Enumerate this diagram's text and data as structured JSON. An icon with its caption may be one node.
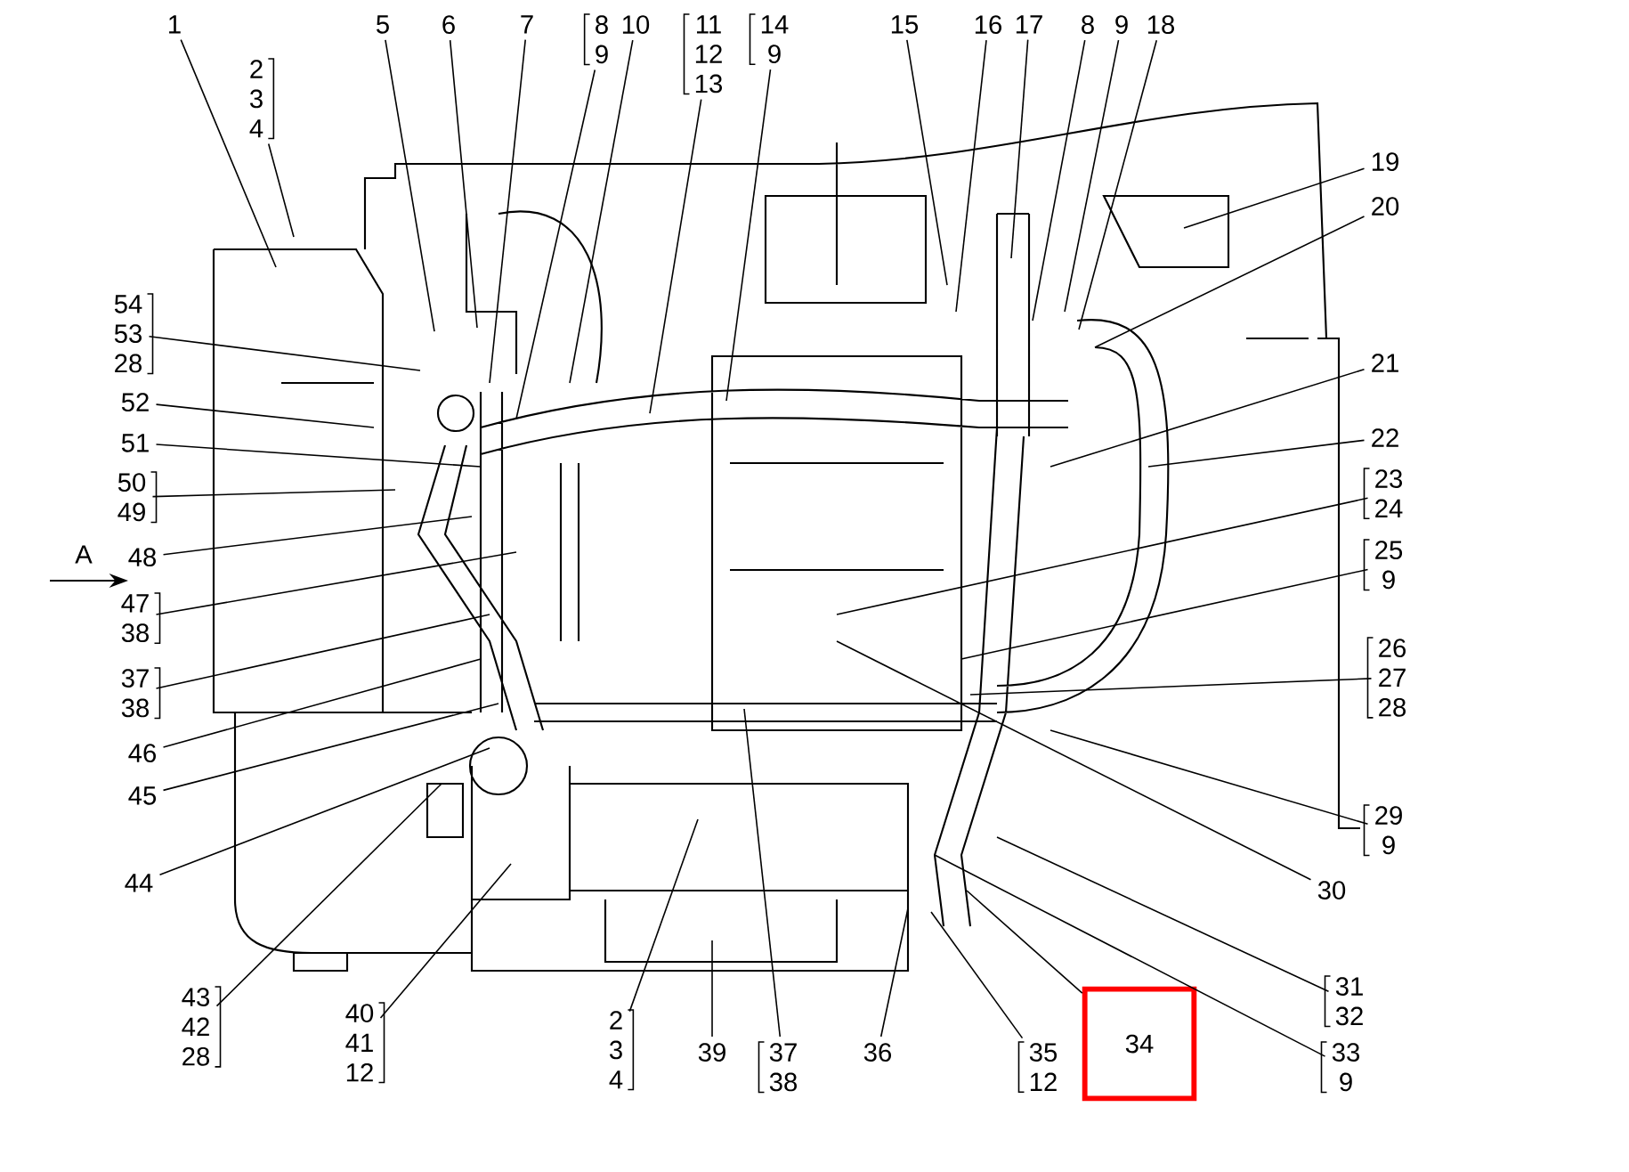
{
  "diagram": {
    "nodes": [
      {
        "text": [
          "1"
        ]
      },
      {
        "text": [
          "2",
          "3",
          "4"
        ]
      },
      {
        "text": [
          "5"
        ]
      },
      {
        "text": [
          "6"
        ]
      },
      {
        "text": [
          "7"
        ]
      },
      {
        "text": [
          "8",
          "9"
        ]
      },
      {
        "text": [
          "10"
        ]
      },
      {
        "text": [
          "11",
          "12",
          "13"
        ]
      },
      {
        "text": [
          "14",
          "9"
        ]
      },
      {
        "text": [
          "15"
        ]
      },
      {
        "text": [
          "16"
        ]
      },
      {
        "text": [
          "17"
        ]
      },
      {
        "text": [
          "8"
        ]
      },
      {
        "text": [
          "9"
        ]
      },
      {
        "text": [
          "18"
        ]
      },
      {
        "text": [
          "19"
        ]
      },
      {
        "text": [
          "20"
        ]
      },
      {
        "text": [
          "21"
        ]
      },
      {
        "text": [
          "22"
        ]
      },
      {
        "text": [
          "23",
          "24"
        ]
      },
      {
        "text": [
          "25",
          "9"
        ]
      },
      {
        "text": [
          "26",
          "27",
          "28"
        ]
      },
      {
        "text": [
          "29",
          "9"
        ]
      },
      {
        "text": [
          "30"
        ]
      },
      {
        "text": [
          "31",
          "32"
        ]
      },
      {
        "text": [
          "33",
          "9"
        ]
      },
      {
        "text": [
          "34"
        ]
      },
      {
        "text": [
          "35",
          "12"
        ]
      },
      {
        "text": [
          "36"
        ]
      },
      {
        "text": [
          "37",
          "38"
        ]
      },
      {
        "text": [
          "39"
        ]
      },
      {
        "text": [
          "2",
          "3",
          "4"
        ]
      },
      {
        "text": [
          "40",
          "41",
          "12"
        ]
      },
      {
        "text": [
          "43",
          "42",
          "28"
        ]
      },
      {
        "text": [
          "44"
        ]
      },
      {
        "text": [
          "45"
        ]
      },
      {
        "text": [
          "46"
        ]
      },
      {
        "text": [
          "37",
          "38"
        ]
      },
      {
        "text": [
          "47",
          "38"
        ]
      },
      {
        "text": [
          "48"
        ]
      },
      {
        "text": [
          "50",
          "49"
        ]
      },
      {
        "text": [
          "51"
        ]
      },
      {
        "text": [
          "52"
        ]
      },
      {
        "text": [
          "54",
          "53",
          "28"
        ]
      }
    ],
    "edges": [
      {
        "from": 0,
        "to": null,
        "arrow": "none"
      },
      {
        "from": 1,
        "to": null,
        "arrow": "none"
      },
      {
        "from": 2,
        "to": null,
        "arrow": "none"
      },
      {
        "from": 3,
        "to": null,
        "arrow": "none"
      },
      {
        "from": 4,
        "to": null,
        "arrow": "none"
      },
      {
        "from": 5,
        "to": null,
        "arrow": "none"
      },
      {
        "from": 6,
        "to": null,
        "arrow": "none"
      },
      {
        "from": 7,
        "to": null,
        "arrow": "none"
      },
      {
        "from": 8,
        "to": null,
        "arrow": "none"
      },
      {
        "from": 9,
        "to": null,
        "arrow": "none"
      },
      {
        "from": 10,
        "to": null,
        "arrow": "none"
      },
      {
        "from": 11,
        "to": null,
        "arrow": "none"
      },
      {
        "from": 12,
        "to": null,
        "arrow": "none"
      },
      {
        "from": 13,
        "to": null,
        "arrow": "none"
      },
      {
        "from": 14,
        "to": null,
        "arrow": "none"
      },
      {
        "from": 15,
        "to": null,
        "arrow": "none"
      },
      {
        "from": 16,
        "to": null,
        "arrow": "none"
      },
      {
        "from": 17,
        "to": null,
        "arrow": "none"
      },
      {
        "from": 18,
        "to": null,
        "arrow": "none"
      },
      {
        "from": 19,
        "to": null,
        "arrow": "none"
      },
      {
        "from": 20,
        "to": null,
        "arrow": "none"
      },
      {
        "from": 21,
        "to": null,
        "arrow": "none"
      },
      {
        "from": 22,
        "to": null,
        "arrow": "none"
      },
      {
        "from": 23,
        "to": null,
        "arrow": "none"
      },
      {
        "from": 24,
        "to": null,
        "arrow": "none"
      },
      {
        "from": 25,
        "to": null,
        "arrow": "none"
      },
      {
        "from": 26,
        "to": null,
        "arrow": "none"
      },
      {
        "from": 27,
        "to": null,
        "arrow": "none"
      },
      {
        "from": 28,
        "to": null,
        "arrow": "none"
      },
      {
        "from": 29,
        "to": null,
        "arrow": "none"
      },
      {
        "from": 30,
        "to": null,
        "arrow": "none"
      },
      {
        "from": 31,
        "to": null,
        "arrow": "none"
      },
      {
        "from": 32,
        "to": null,
        "arrow": "none"
      },
      {
        "from": 33,
        "to": null,
        "arrow": "none"
      },
      {
        "from": 34,
        "to": null,
        "arrow": "none"
      },
      {
        "from": 35,
        "to": null,
        "arrow": "none"
      },
      {
        "from": 36,
        "to": null,
        "arrow": "none"
      },
      {
        "from": 37,
        "to": null,
        "arrow": "none"
      },
      {
        "from": 38,
        "to": null,
        "arrow": "none"
      },
      {
        "from": 39,
        "to": null,
        "arrow": "none"
      },
      {
        "from": 40,
        "to": null,
        "arrow": "none"
      },
      {
        "from": 41,
        "to": null,
        "arrow": "none"
      },
      {
        "from": 42,
        "to": null,
        "arrow": "none"
      },
      {
        "from": 43,
        "to": null,
        "arrow": "none"
      }
    ],
    "labels": [
      "A"
    ]
  }
}
